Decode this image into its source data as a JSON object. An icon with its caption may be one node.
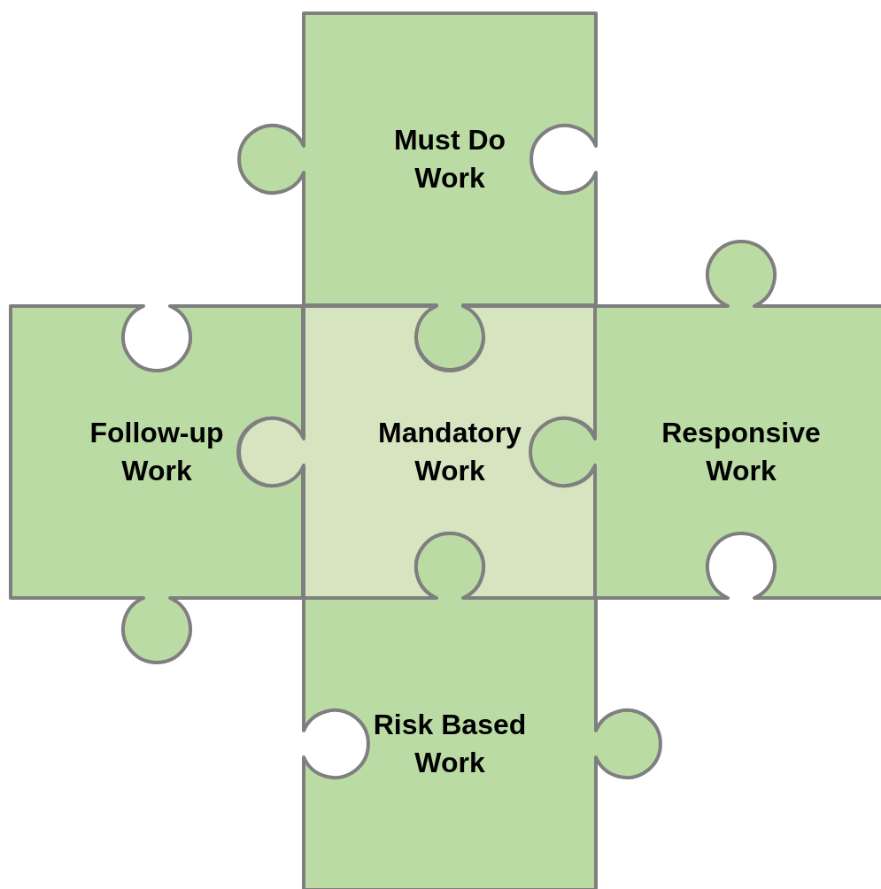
{
  "diagram": {
    "nodes": [
      {
        "text": [
          "Must Do Work"
        ]
      },
      {
        "text": [
          "Follow-up Work"
        ]
      },
      {
        "text": [
          "Mandatory Work"
        ]
      },
      {
        "text": [
          "Responsive Work"
        ]
      },
      {
        "text": [
          "Risk Based Work"
        ]
      }
    ]
  }
}
